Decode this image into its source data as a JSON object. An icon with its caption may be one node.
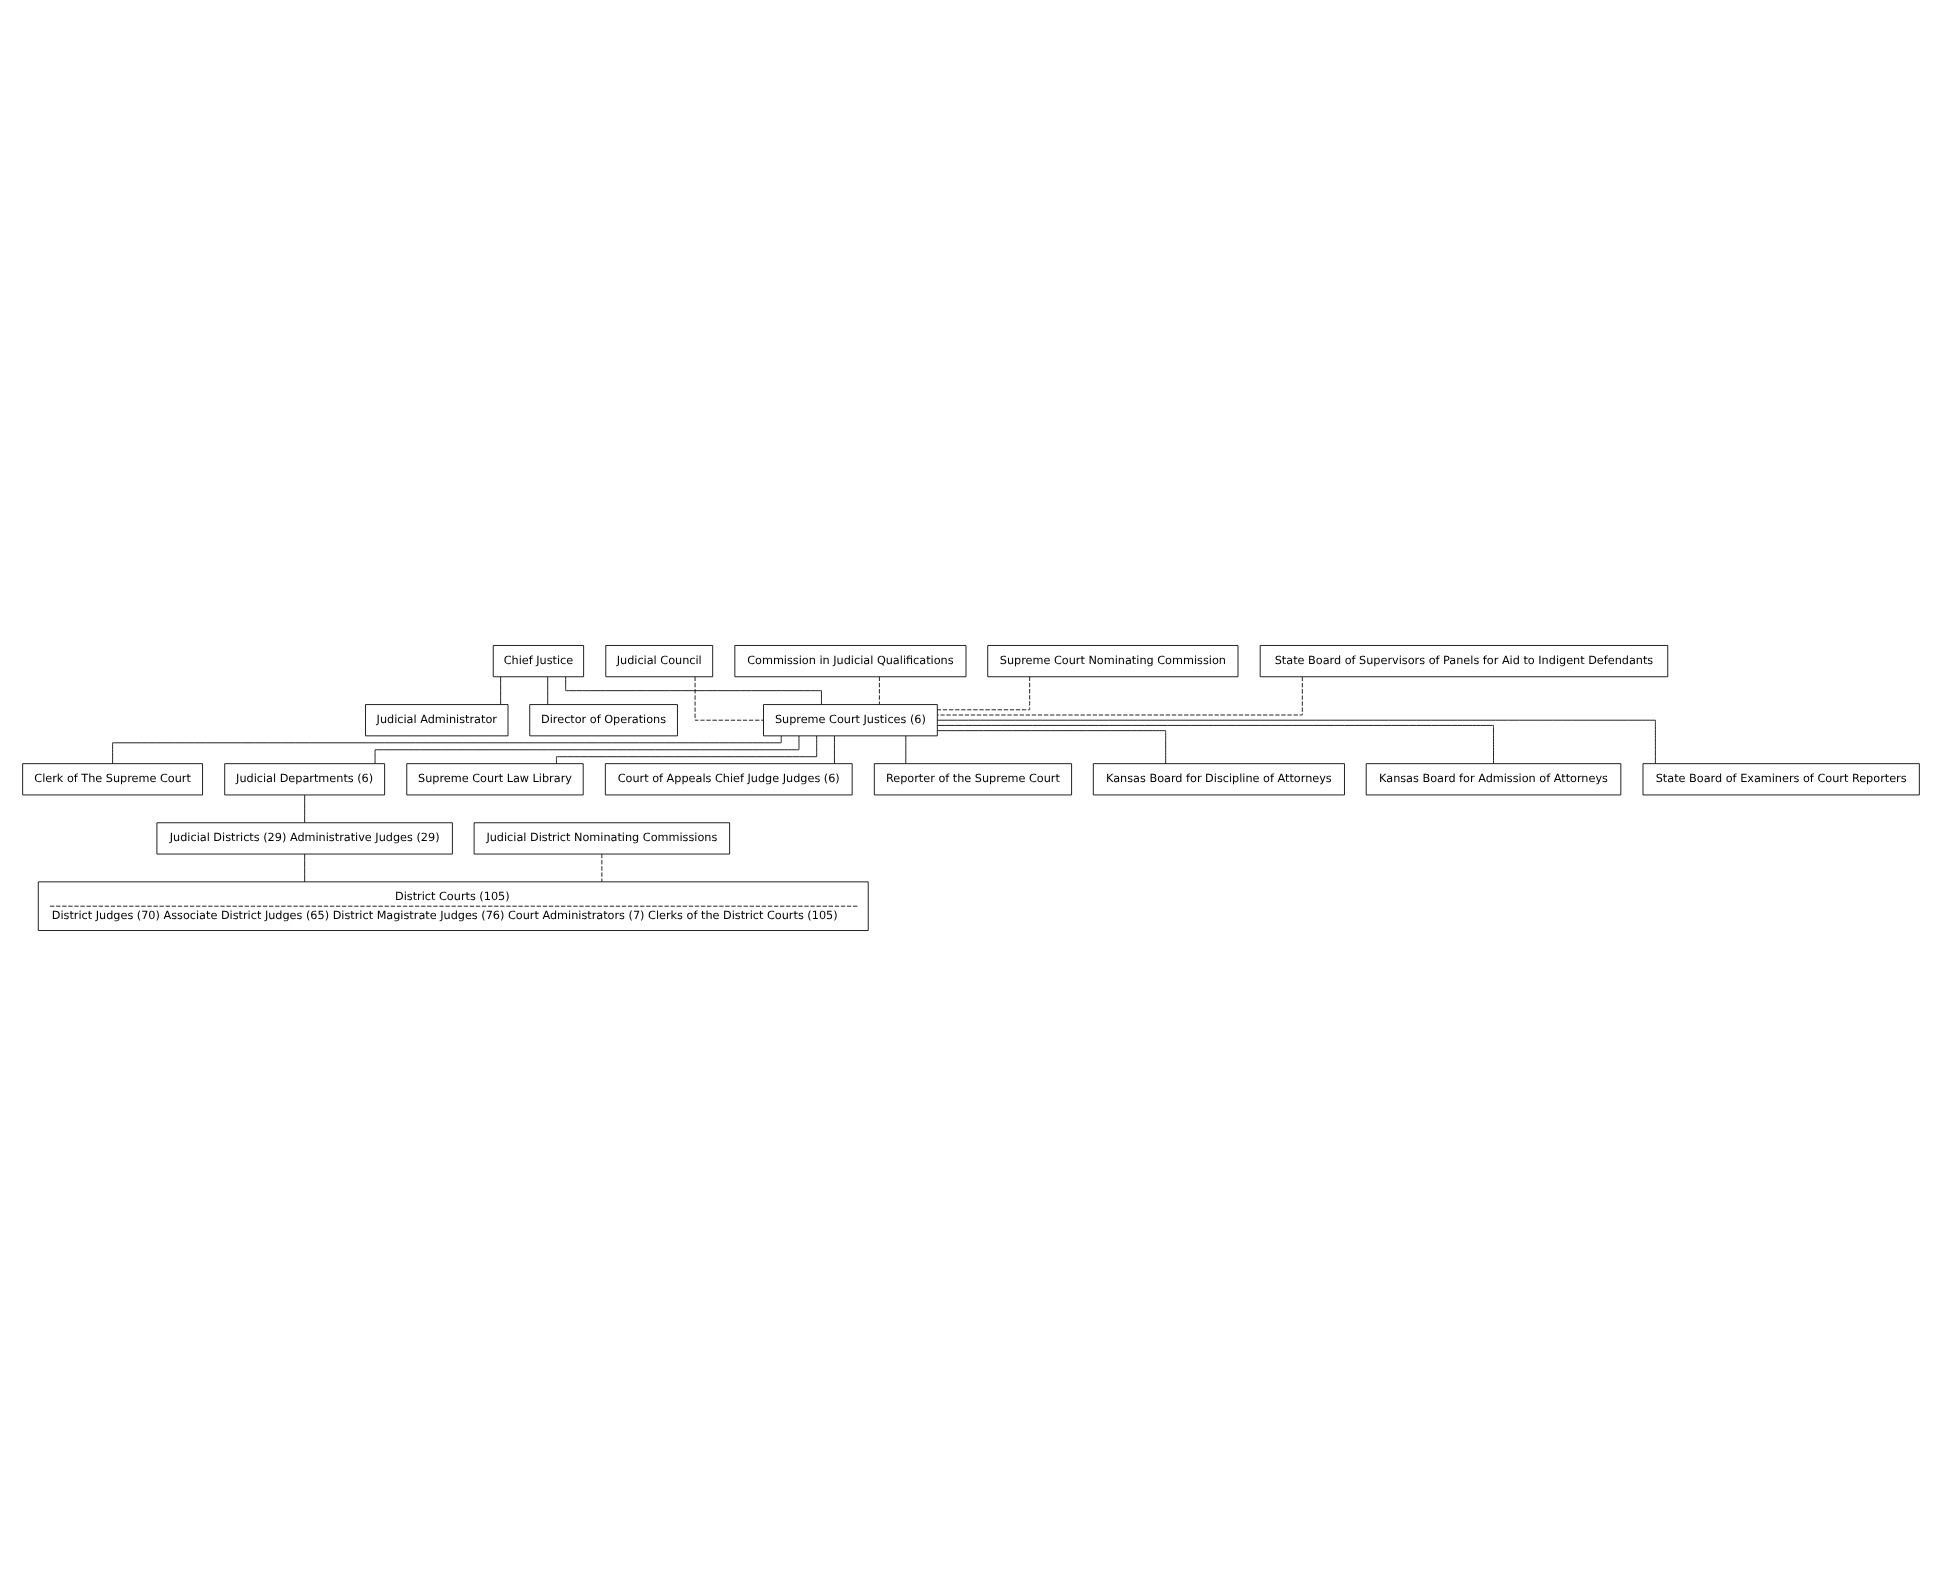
{
  "diagram": {
    "nodes": [
      {
        "text": [
          "Chief Justice"
        ]
      },
      {
        "text": [
          "Judicial Administrator"
        ]
      },
      {
        "text": [
          "Director of Operations"
        ]
      },
      {
        "text": [
          "Judicial Council"
        ]
      },
      {
        "text": [
          "Commission in Judicial Qualifications"
        ]
      },
      {
        "text": [
          "Supreme Court Nominating Commission"
        ]
      },
      {
        "text": [
          "State Board of Supervisors of Panels for Aid to Indigent Defendants"
        ]
      },
      {
        "text": [
          "Supreme Court Justices (6)"
        ]
      },
      {
        "text": [
          "Clerk of The Supreme Court"
        ]
      },
      {
        "text": [
          "Judicial Departments (6)"
        ]
      },
      {
        "text": [
          "Supreme Court Law Library"
        ]
      },
      {
        "text": [
          "Court of Appeals Chief Judge Judges (6)"
        ]
      },
      {
        "text": [
          "Reporter of the Supreme Court"
        ]
      },
      {
        "text": [
          "Judicial Districts (29) Administrative Judges (29)"
        ]
      },
      {
        "text": [
          "Kansas Board for Discipline of Attorneys"
        ]
      },
      {
        "text": [
          "District Courts (105)",
          "District Judges (70) Associate District Judges (65) District Magistrate Judges (76) Court Administrators (7) Clerks of the District Courts (105)"
        ]
      },
      {
        "text": [
          "Kansas Board for Admission of Attorneys"
        ]
      },
      {
        "text": [
          "Judicial District Nominating Commissions"
        ]
      },
      {
        "text": [
          "State Board of Examiners of Court Reporters"
        ]
      }
    ],
    "edges": [
      {
        "from": 0,
        "to": 1,
        "arrow": "none"
      },
      {
        "from": 0,
        "to": 2,
        "arrow": "none"
      },
      {
        "from": 0,
        "to": 7,
        "arrow": "none"
      },
      {
        "from": 3,
        "to": 7,
        "arrow": "none",
        "style": "dashed"
      },
      {
        "from": 4,
        "to": 7,
        "arrow": "none",
        "style": "dashed"
      },
      {
        "from": 5,
        "to": 7,
        "arrow": "none",
        "style": "dashed"
      },
      {
        "from": 6,
        "to": 7,
        "arrow": "none",
        "style": "dashed"
      },
      {
        "from": 7,
        "to": 8,
        "arrow": "none"
      },
      {
        "from": 7,
        "to": 9,
        "arrow": "none"
      },
      {
        "from": 7,
        "to": 10,
        "arrow": "none"
      },
      {
        "from": 7,
        "to": 11,
        "arrow": "none"
      },
      {
        "from": 7,
        "to": 12,
        "arrow": "none"
      },
      {
        "from": 7,
        "to": 14,
        "arrow": "none"
      },
      {
        "from": 7,
        "to": 16,
        "arrow": "none"
      },
      {
        "from": 7,
        "to": 18,
        "arrow": "none"
      },
      {
        "from": 9,
        "to": 13,
        "arrow": "none"
      },
      {
        "from": 13,
        "to": 15,
        "arrow": "none"
      },
      {
        "from": 17,
        "to": 15,
        "arrow": "none",
        "style": "dashed"
      }
    ]
  }
}
